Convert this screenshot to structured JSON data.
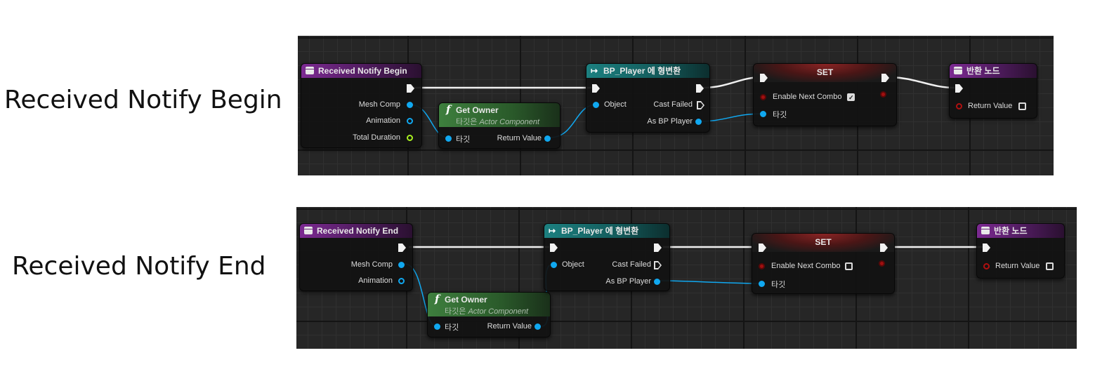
{
  "labels": {
    "begin": "Received Notify Begin",
    "end": "Received Notify End"
  },
  "nodes": {
    "event_begin": "Received Notify Begin",
    "event_end": "Received Notify End",
    "get_owner": "Get Owner",
    "get_owner_sub_prefix": "타깃은",
    "get_owner_sub_type": "Actor Component",
    "cast": "BP_Player 에 형변환",
    "set": "SET",
    "return": "반환 노드"
  },
  "pins": {
    "mesh_comp": "Mesh Comp",
    "animation": "Animation",
    "total_duration": "Total Duration",
    "target": "타깃",
    "return_value": "Return Value",
    "object": "Object",
    "cast_failed": "Cast Failed",
    "as_bp_player": "As BP Player",
    "enable_next_combo": "Enable Next Combo"
  },
  "values": {
    "begin_enable_next_combo": true,
    "end_enable_next_combo": false,
    "begin_return_value": false,
    "end_return_value": false
  },
  "icons": {
    "event": "event-icon",
    "function": "function-icon",
    "cast": "cast-icon",
    "exec": "exec-pin-icon",
    "data": "data-pin-icon"
  },
  "colors": {
    "event_header": "#7c2a92",
    "cast_header": "#1c8080",
    "function_header": "#3e7f3e",
    "set_header": "#8a2424",
    "object_pin": "#10a8f0",
    "float_pin": "#a8f020",
    "bool_pin": "#a01010",
    "graph_bg": "#262626"
  }
}
